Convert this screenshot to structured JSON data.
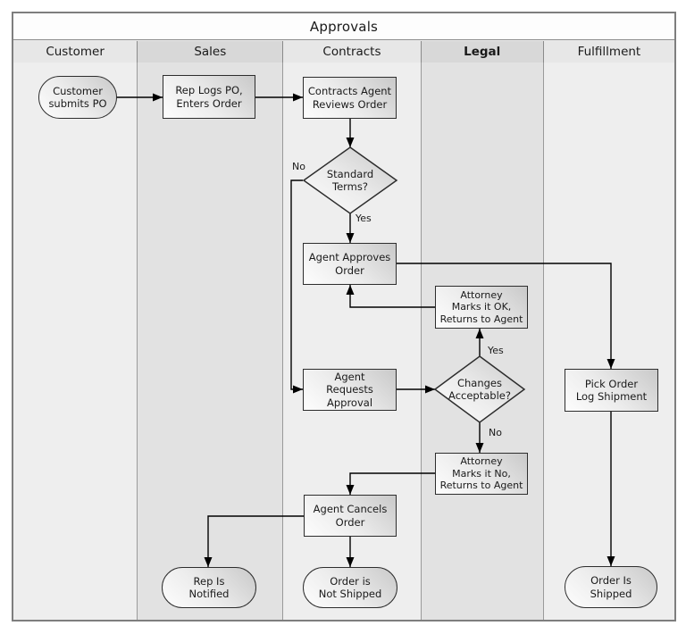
{
  "title": "Approvals",
  "lanes": [
    {
      "label": "Customer"
    },
    {
      "label": "Sales"
    },
    {
      "label": "Contracts"
    },
    {
      "label": "Legal"
    },
    {
      "label": "Fulfillment"
    }
  ],
  "nodes": {
    "customer_submits": "Customer\nsubmits PO",
    "rep_logs": "Rep Logs PO,\nEnters Order",
    "contracts_reviews": "Contracts Agent\nReviews Order",
    "standard_terms": "Standard\nTerms?",
    "agent_approves": "Agent Approves\nOrder",
    "attorney_ok": "Attorney\nMarks it OK,\nReturns to Agent",
    "agent_requests": "Agent\nRequests\nApproval",
    "changes_acceptable": "Changes\nAcceptable?",
    "pick_order": "Pick Order\nLog Shipment",
    "attorney_no": "Attorney\nMarks it No,\nReturns to Agent",
    "agent_cancels": "Agent Cancels\nOrder",
    "rep_notified": "Rep Is\nNotified",
    "order_not_shipped": "Order is\nNot Shipped",
    "order_shipped": "Order Is\nShipped"
  },
  "edge_labels": {
    "standard_terms_no": "No",
    "standard_terms_yes": "Yes",
    "changes_yes": "Yes",
    "changes_no": "No"
  },
  "colors": {
    "lane_light": "#eeeeee",
    "lane_dark": "#e2e2e2",
    "header_light": "#e7e7e7",
    "header_dark": "#d8d8d8",
    "node_border": "#2d2d2d",
    "node_fill_dark": "#c9c9c9",
    "node_fill_light": "#fdfdfd",
    "edge": "#000000"
  }
}
